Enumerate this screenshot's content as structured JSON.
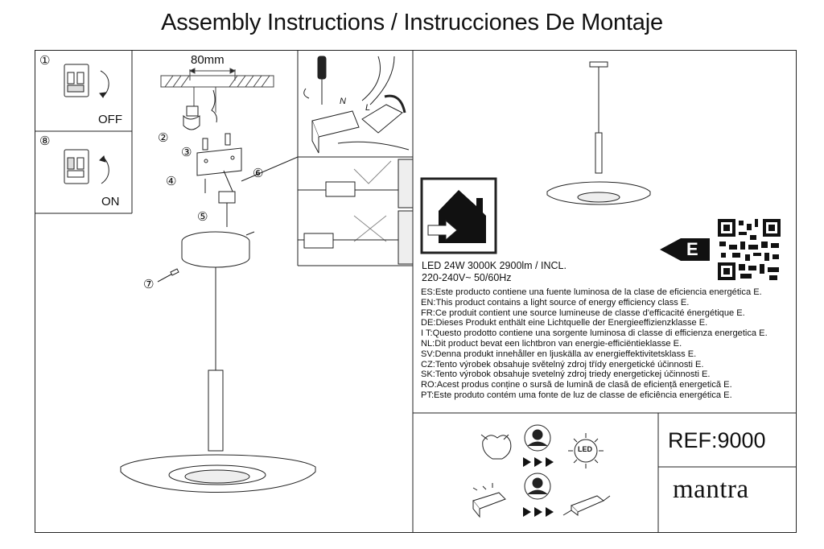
{
  "title": "Assembly Instructions / Instrucciones De Montaje",
  "steps": {
    "s1_num": "①",
    "s1_label": "OFF",
    "s8_num": "⑧",
    "s8_label": "ON",
    "s2": "②",
    "s3": "③",
    "s4": "④",
    "s5": "⑤",
    "s6": "⑥",
    "s7": "⑦"
  },
  "dimension": "80mm",
  "wire_letters": {
    "n": "N",
    "l": "L"
  },
  "specs": {
    "line1": "LED 24W 3000K 2900lm / INCL.",
    "line2": "220-240V~  50/60Hz"
  },
  "energy": {
    "class": "E",
    "statements": [
      "ES:Este producto contiene una fuente luminosa de la clase de eficiencia energética E.",
      "EN:This product contains a light source of energy efficiency class E.",
      "FR:Ce produit contient une source lumineuse de classe d'efficacité énergétique E.",
      "DE:Dieses Produkt enthält eine Lichtquelle der Energieeffizienzklasse E.",
      "I T:Questo prodotto contiene una sorgente luminosa di classe di efficienza energetica E.",
      "NL:Dit product bevat een lichtbron van energie-efficiëntieklasse E.",
      "SV:Denna produkt innehåller en ljuskälla av energieffektivitetsklass E.",
      "CZ:Tento výrobek obsahuje světelný zdroj třídy energetické účinnosti E.",
      "SK:Tento výrobok obsahuje svetelný zdroj triedy energetickej účinnosti E.",
      "RO:Acest produs conține o sursă de lumină de clasă de eficiență energetică E.",
      "PT:Este produto contém uma fonte de luz de classe de eficiência energética E."
    ]
  },
  "icons": {
    "led_text": "LED"
  },
  "ref": "REF:9000",
  "brand": "mantra"
}
